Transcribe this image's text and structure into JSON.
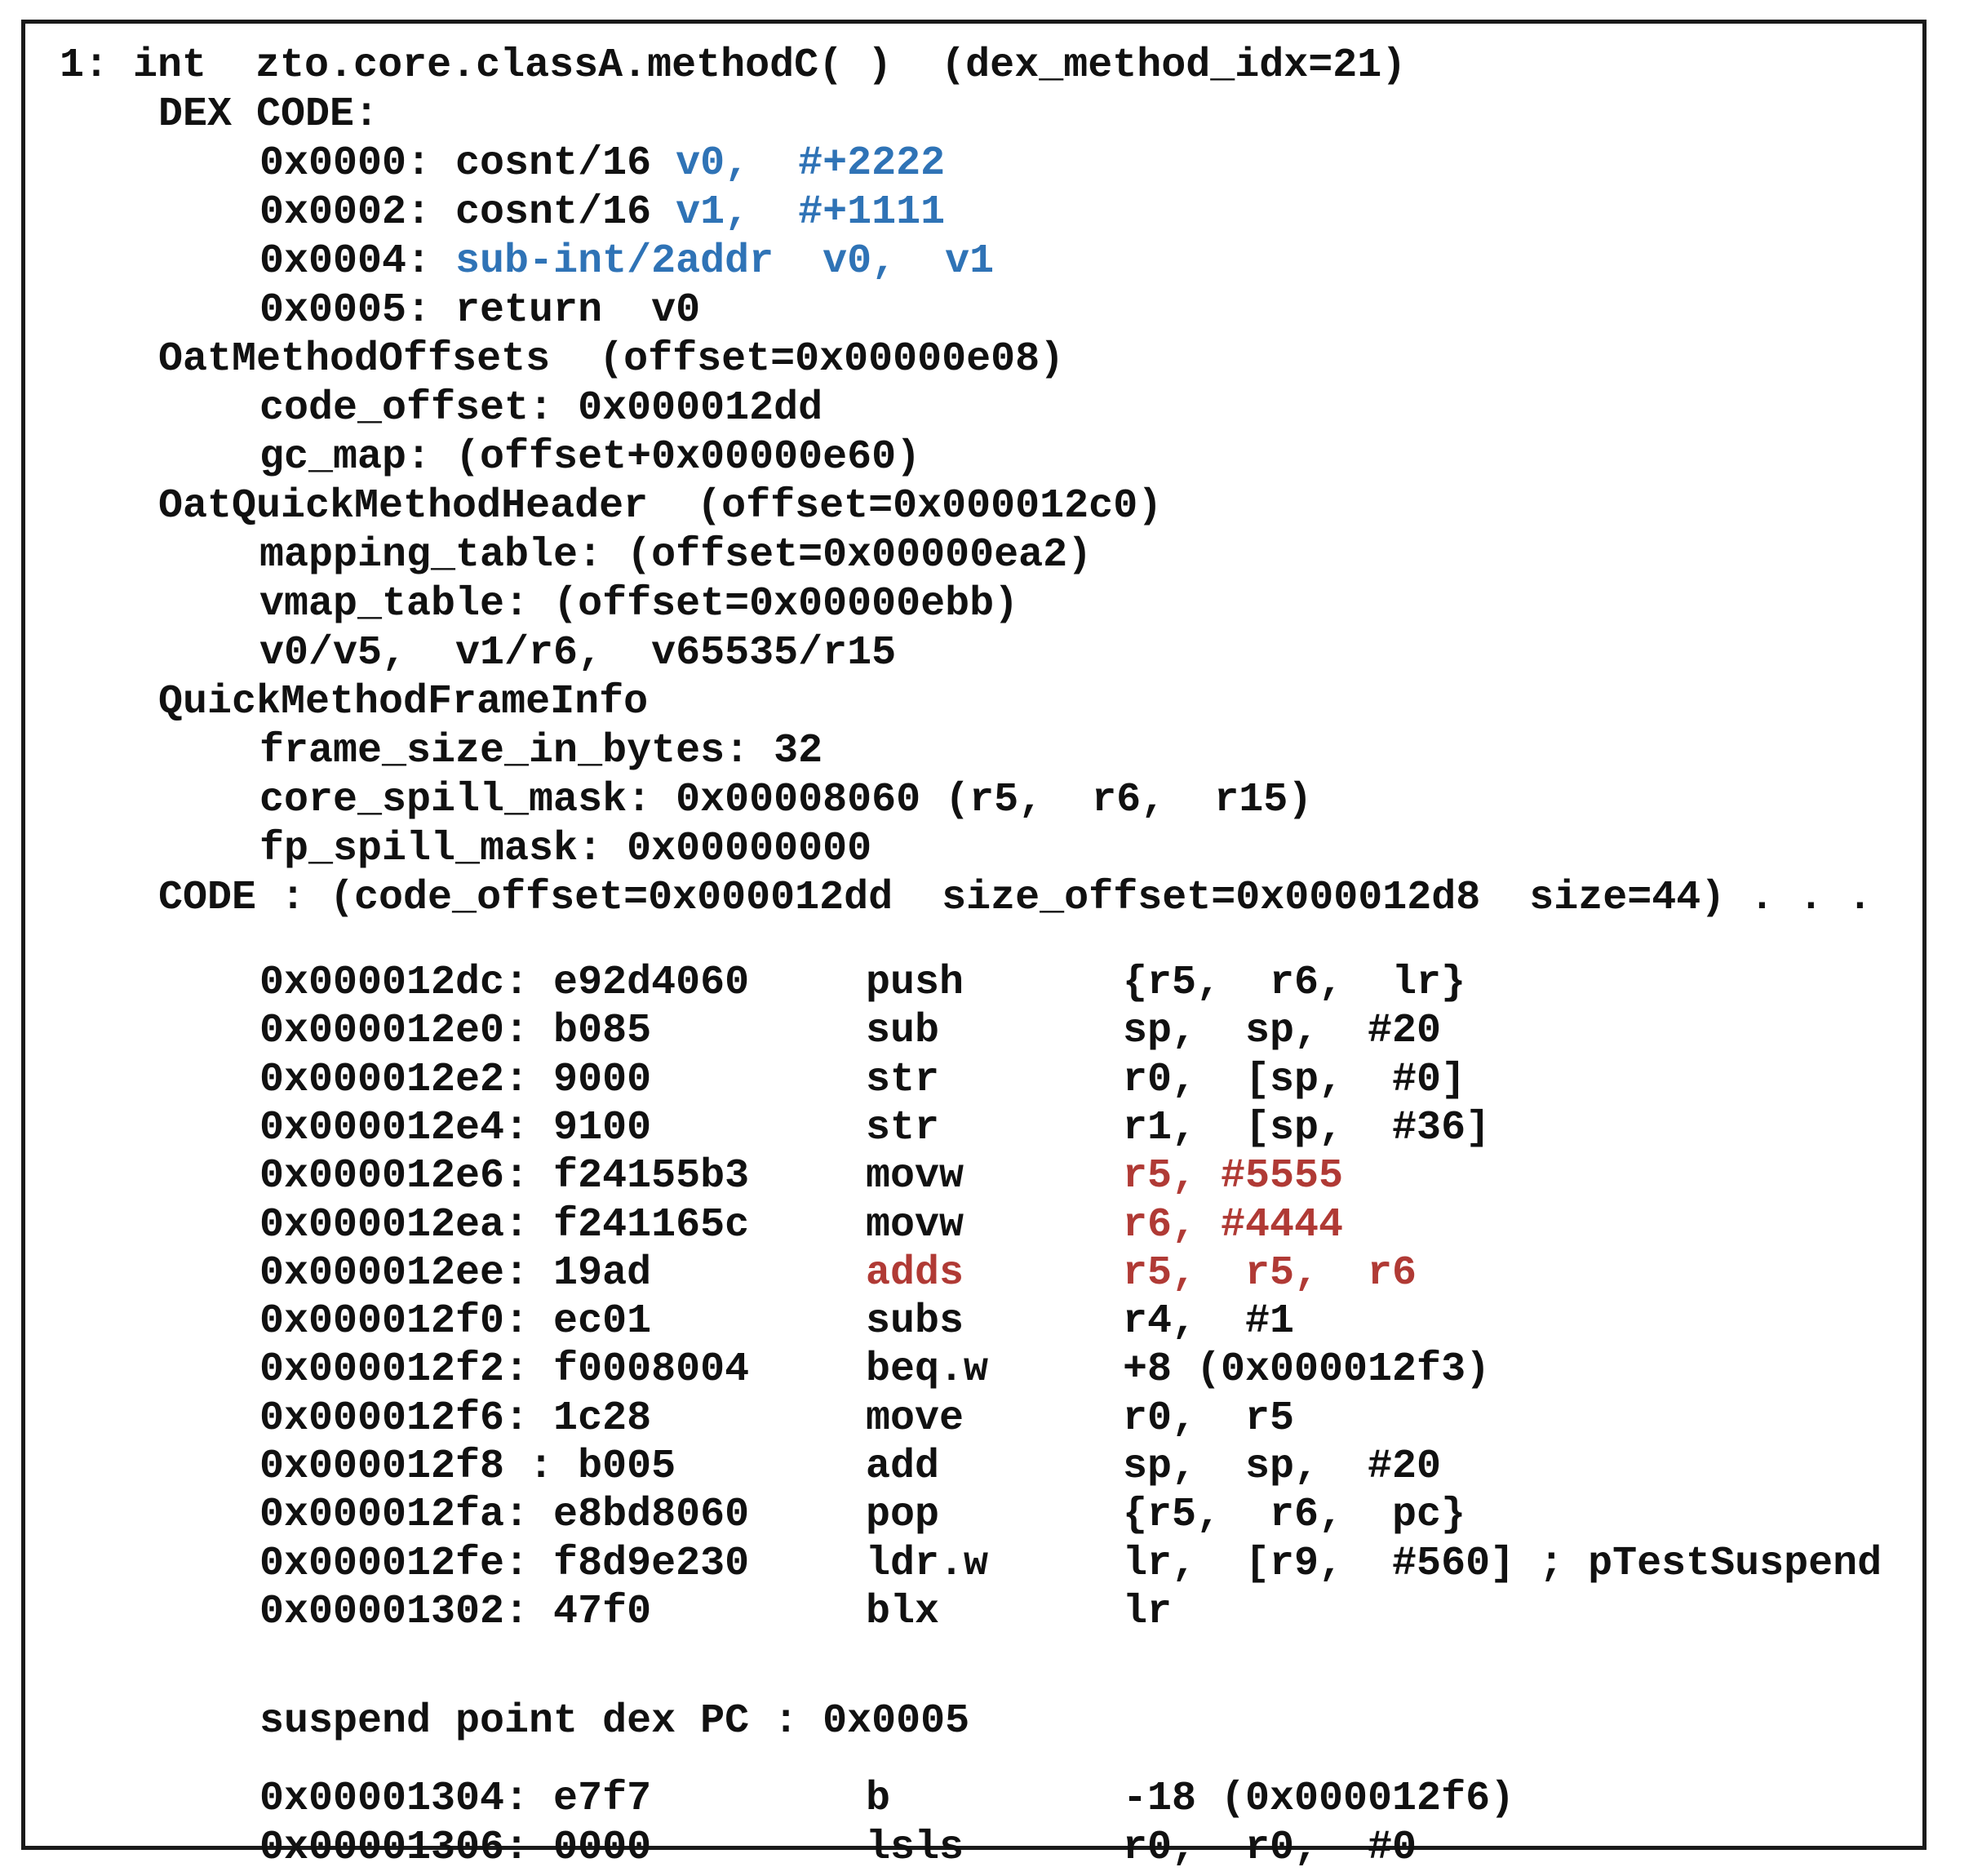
{
  "colors": {
    "text": "#111111",
    "blue_highlight": "#2f73b6",
    "red_highlight": "#b03a35",
    "border": "#1a1a1a"
  },
  "method": {
    "header": "1: int  zto.core.classA.methodC( )  (dex_method_idx=21)",
    "dex_code": {
      "label": "DEX CODE:",
      "lines": [
        {
          "addr": "0x0000: cosnt/16 ",
          "operands": "v0,  #+2222"
        },
        {
          "addr": "0x0002: cosnt/16 ",
          "operands": "v1,  #+1111"
        },
        {
          "addr": "0x0004: ",
          "instr": "sub-int/2addr  v0,  v1"
        },
        {
          "text": "0x0005: return  v0"
        }
      ]
    },
    "oat_method_offsets": {
      "label": "OatMethodOffsets  (offset=0x00000e08)",
      "lines": [
        "code_offset: 0x000012dd",
        "gc_map: (offset+0x00000e60)"
      ]
    },
    "oat_quick_method_header": {
      "label": "OatQuickMethodHeader  (offset=0x000012c0)",
      "lines": [
        "mapping_table: (offset=0x00000ea2)",
        "vmap_table: (offset=0x00000ebb)",
        "v0/v5,  v1/r6,  v65535/r15"
      ]
    },
    "quick_method_frame_info": {
      "label": "QuickMethodFrameInfo",
      "lines": [
        "frame_size_in_bytes: 32",
        "core_spill_mask: 0x00008060 (r5,  r6,  r15)",
        "fp_spill_mask: 0x00000000"
      ]
    },
    "code": {
      "label": "CODE : (code_offset=0x000012dd  size_offset=0x000012d8  size=44) . . .",
      "rows": [
        {
          "addr": "0x000012dc: e92d4060",
          "op": "push",
          "args": "{r5,  r6,  lr}"
        },
        {
          "addr": "0x000012e0: b085",
          "op": "sub",
          "args": "sp,  sp,  #20"
        },
        {
          "addr": "0x000012e2: 9000",
          "op": "str",
          "args": "r0,  [sp,  #0]"
        },
        {
          "addr": "0x000012e4: 9100",
          "op": "str",
          "args": "r1,  [sp,  #36]"
        },
        {
          "addr": "0x000012e6: f24155b3",
          "op": "movw",
          "args": "r5, #5555"
        },
        {
          "addr": "0x000012ea: f241165c",
          "op": "movw",
          "args": "r6, #4444"
        },
        {
          "addr": "0x000012ee: 19ad",
          "op": "adds",
          "args": "r5,  r5,  r6"
        },
        {
          "addr": "0x000012f0: ec01",
          "op": "subs",
          "args": "r4,  #1"
        },
        {
          "addr": "0x000012f2: f0008004",
          "op": "beq.w",
          "args": "+8 (0x000012f3)"
        },
        {
          "addr": "0x000012f6: 1c28",
          "op": "move",
          "args": "r0,  r5"
        },
        {
          "addr": "0x000012f8 : b005",
          "op": "add",
          "args": "sp,  sp,  #20"
        },
        {
          "addr": "0x000012fa: e8bd8060",
          "op": "pop",
          "args": "{r5,  r6,  pc}"
        },
        {
          "addr": "0x000012fe: f8d9e230",
          "op": "ldr.w",
          "args": "lr,  [r9,  #560] ; pTestSuspend"
        },
        {
          "addr": "0x00001302: 47f0",
          "op": "blx",
          "args": "lr"
        }
      ],
      "suspend_point": "suspend point dex PC : 0x0005",
      "tail_rows": [
        {
          "addr": "0x00001304: e7f7",
          "op": "b",
          "args": "-18 (0x000012f6)"
        },
        {
          "addr": "0x00001306: 0000",
          "op": "lsls",
          "args": "r0,  r0,  #0"
        }
      ]
    }
  }
}
